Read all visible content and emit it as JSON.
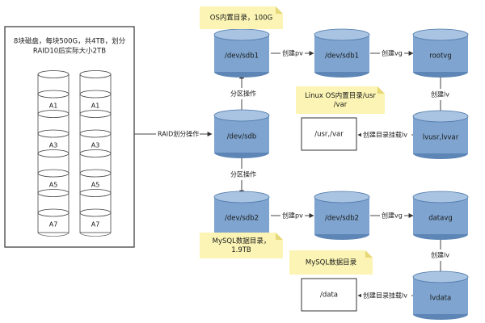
{
  "raid": {
    "desc_line1": "8块磁盘，每块500G，共4TB，划分",
    "desc_line2": "RAID10后实际大小2TB",
    "disks": [
      "A1",
      "A1",
      "A3",
      "A3",
      "A5",
      "A5",
      "A7",
      "A7"
    ]
  },
  "nodes": {
    "sdb": "/dev/sdb",
    "sdb1": "/dev/sdb1",
    "sdb1_pv": "/dev/sdb1",
    "rootvg": "rootvg",
    "lv_usr": "lvusr,lvvar",
    "sdb2": "/dev/sdb2",
    "sdb2_pv": "/dev/sdb2",
    "datavg": "datavg",
    "lvdata": "lvdata"
  },
  "boxes": {
    "usr_var": "/usr,/var",
    "data": "/data"
  },
  "edges": {
    "raid_to_sdb": "RAID划分操作",
    "partition_up": "分区操作",
    "partition_down": "分区操作",
    "create_pv_1": "创建pv",
    "create_vg_1": "创建vg",
    "create_lv_1": "创建lv",
    "mount_lv_1": "创建目录挂载lv",
    "create_pv_2": "创建pv",
    "create_vg_2": "创建vg",
    "create_lv_2": "创建lv",
    "mount_lv_2": "创建目录挂载lv"
  },
  "notes": {
    "os_dir": [
      "OS内置目录，100G"
    ],
    "linux_dir": [
      "Linux OS内置目录/usr",
      "/var"
    ],
    "mysql_size": [
      "MySQL数据目录，",
      "1.9TB"
    ],
    "mysql_dir": [
      "MySQL数据目录"
    ]
  },
  "colors": {
    "cylinder": "#7ea4cf",
    "cylinder_top": "#a9c3e3",
    "note": "#fbf4b4"
  }
}
